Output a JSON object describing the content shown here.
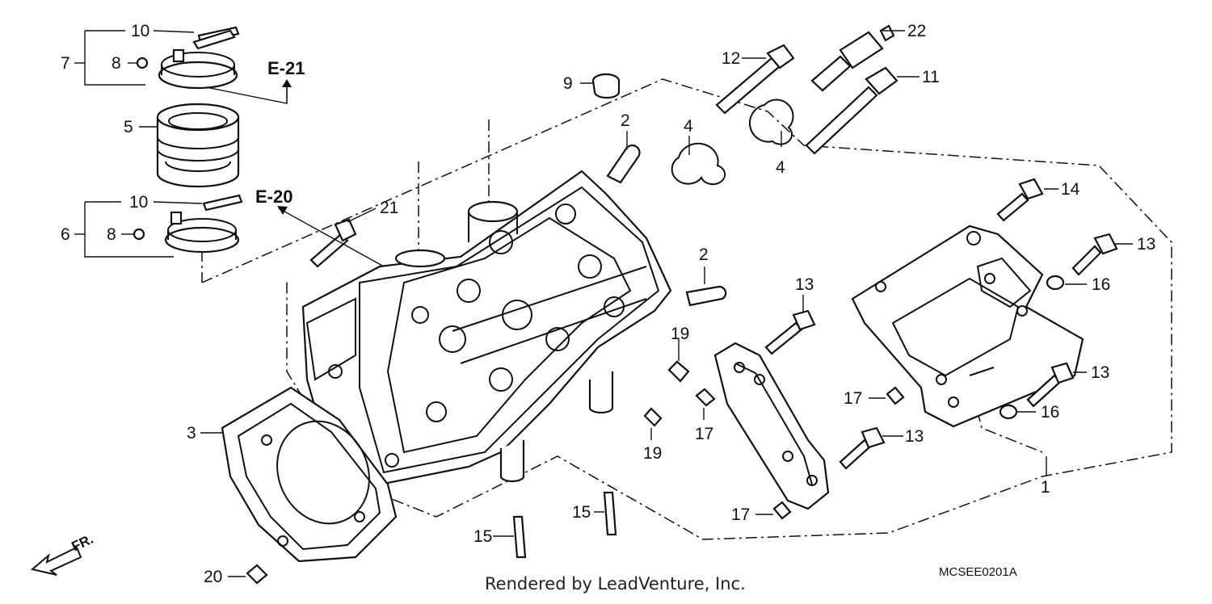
{
  "diagram": {
    "callouts": [
      "10",
      "7",
      "8",
      "5",
      "10",
      "6",
      "8",
      "9",
      "2",
      "4",
      "4",
      "12",
      "22",
      "11",
      "21",
      "2",
      "14",
      "13",
      "16",
      "13",
      "13",
      "13",
      "16",
      "17",
      "17",
      "17",
      "19",
      "19",
      "3",
      "15",
      "15",
      "1",
      "20"
    ],
    "references": [
      "E-21",
      "E-20"
    ],
    "front_marker": "FR.",
    "diagram_code": "MCSEE0201A",
    "credit": "Rendered by LeadVenture, Inc."
  },
  "colors": {
    "ink": "#111111",
    "background": "#ffffff"
  }
}
